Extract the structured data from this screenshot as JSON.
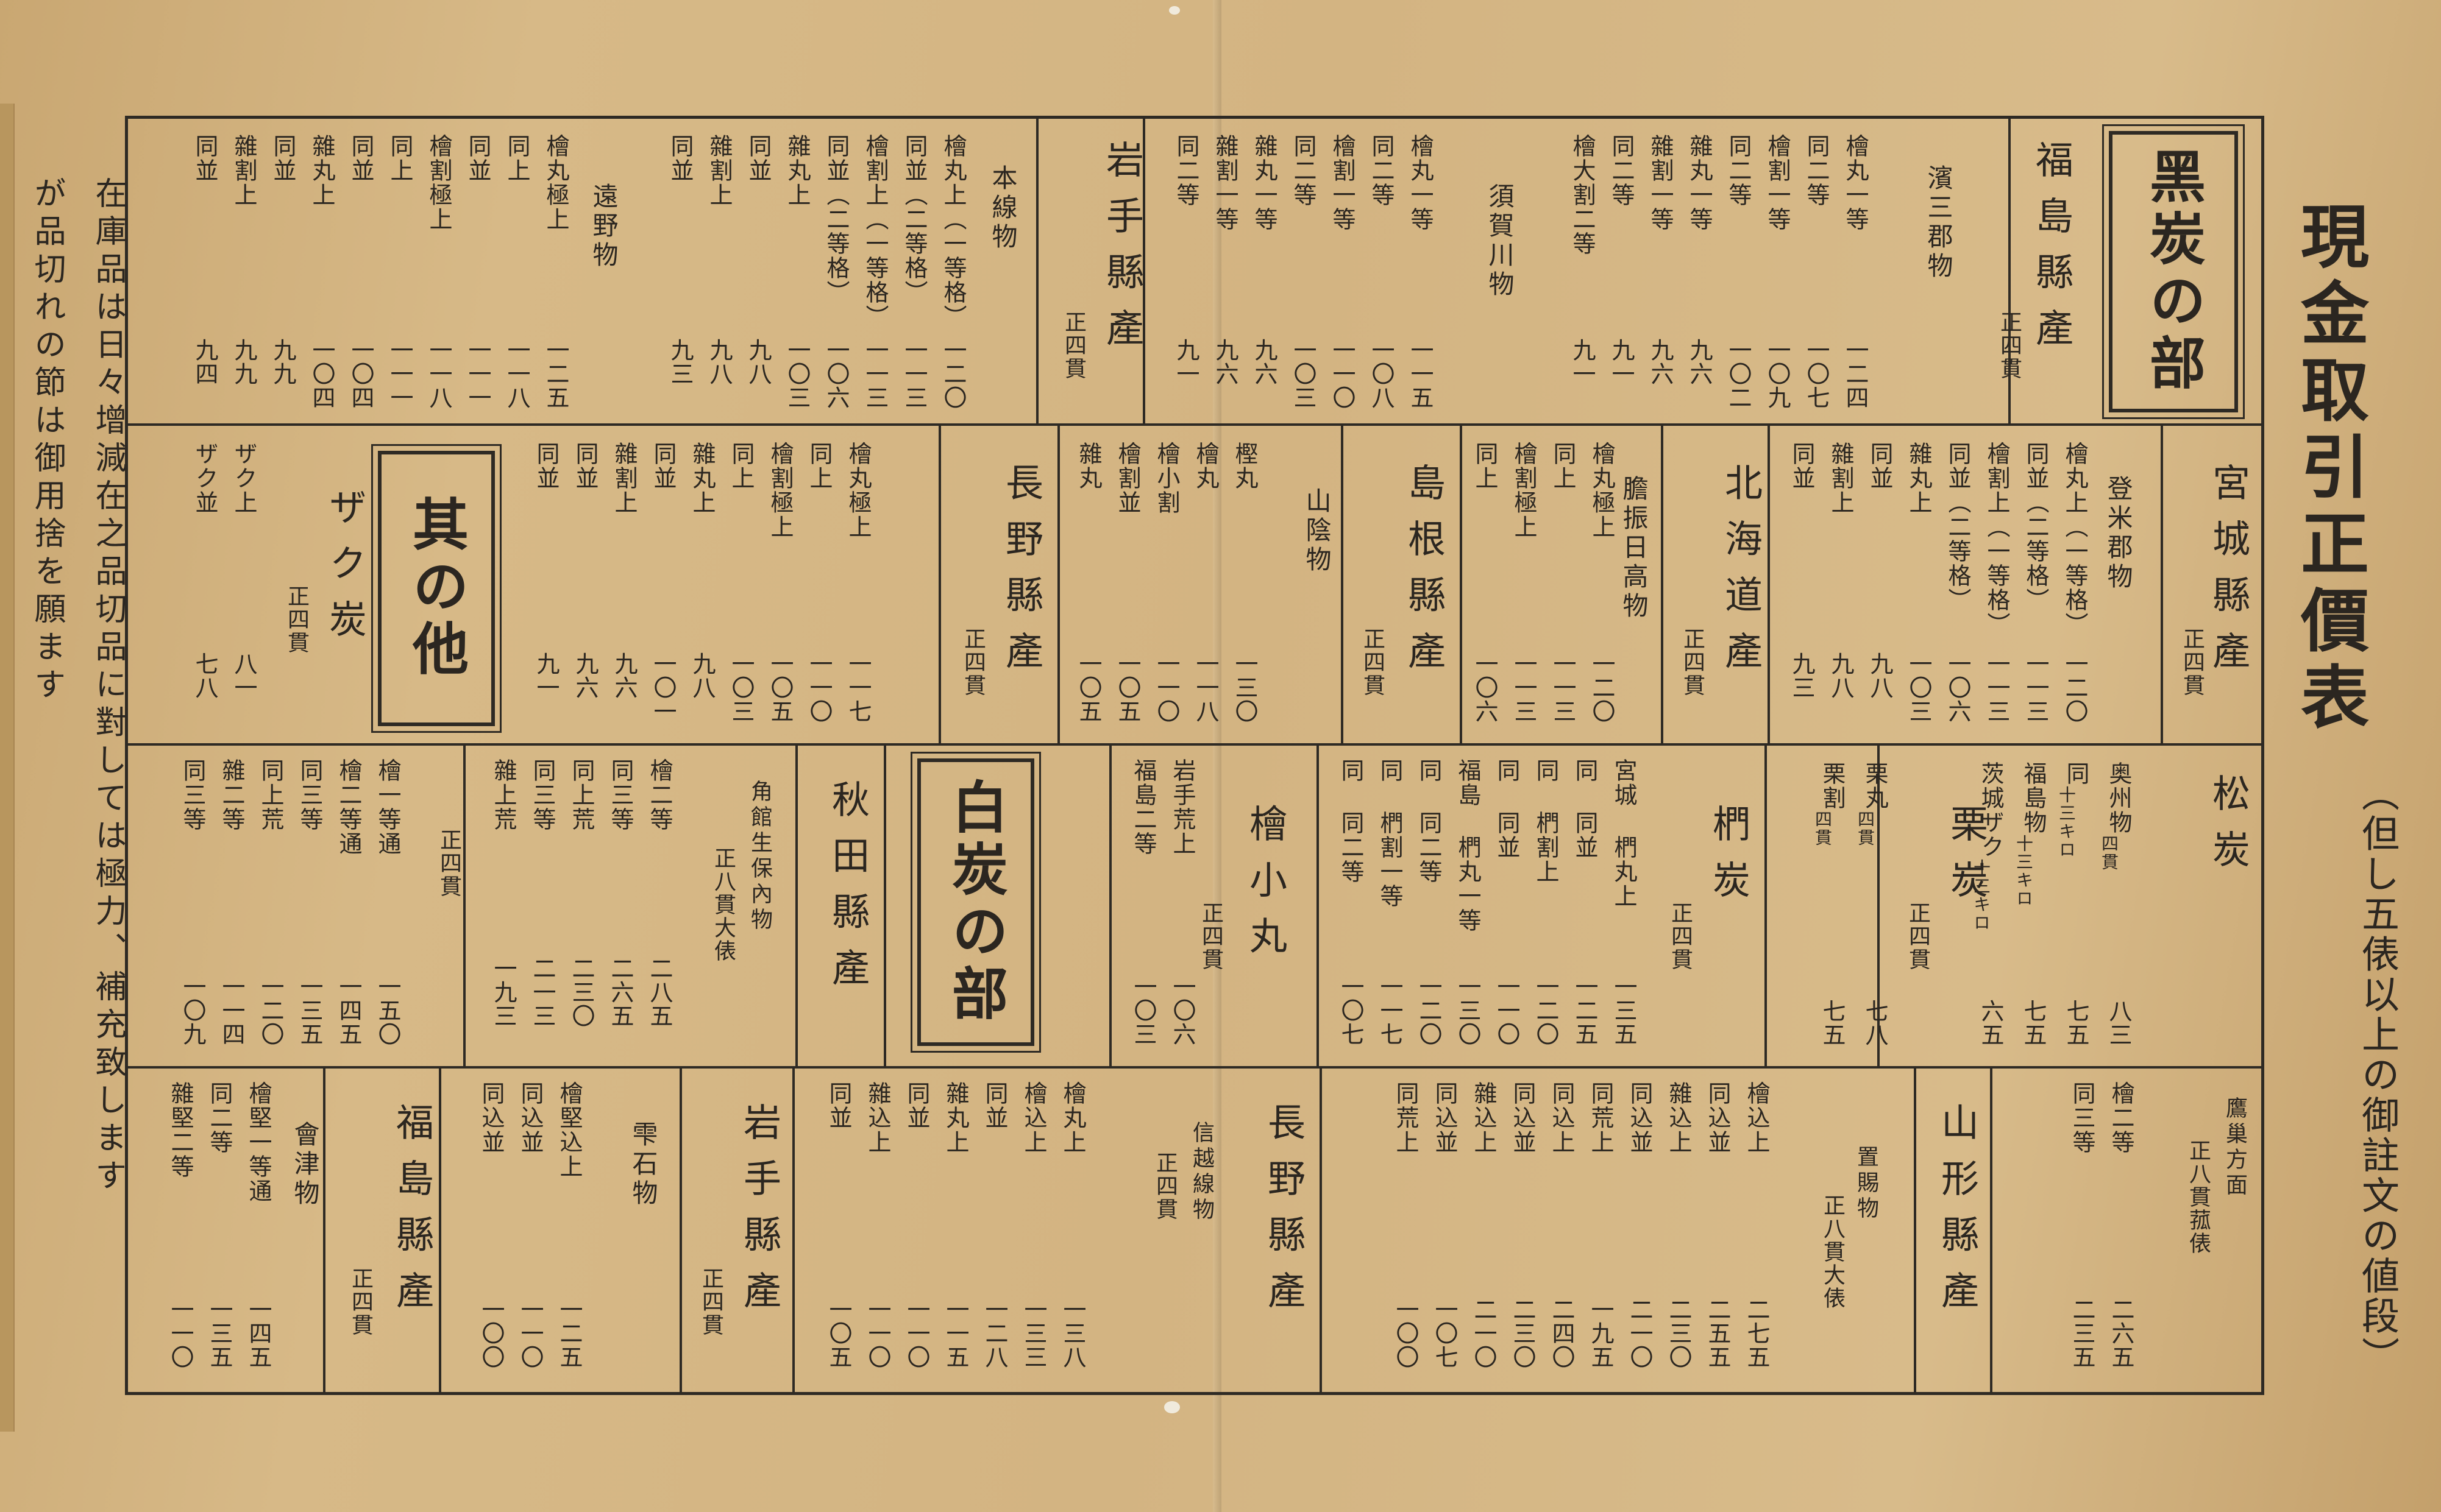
{
  "title": "現金取引正價表",
  "subtitle": "（但し五俵以上の御註文の値段）",
  "side_notes": [
    "在庫品は日々增減在之品切品に對しては極力、補充致します",
    "が品切れの節は御用捨を願ます"
  ],
  "black_charcoal": {
    "badge": "黑炭の部",
    "fukushima": {
      "prefecture": "福島縣產",
      "weight": "正四貫",
      "groups": [
        {
          "name": "濱三郡物",
          "labels": [
            "檜丸一等",
            "同二等",
            "檜割一等",
            "同二等",
            "雜丸一等",
            "雜割一等",
            "同二等",
            "檜大割二等"
          ],
          "prices": [
            "一二四",
            "一〇七",
            "一〇九",
            "一〇二",
            "九六",
            "九六",
            "九一",
            "九一"
          ]
        },
        {
          "name": "須賀川物",
          "labels": [
            "檜丸一等",
            "同二等",
            "檜割一等",
            "同二等",
            "雜丸一等",
            "雜割一等",
            "同二等"
          ],
          "prices": [
            "一一五",
            "一〇八",
            "一一〇",
            "一〇三",
            "九六",
            "九六",
            "九一"
          ]
        }
      ]
    },
    "iwate": {
      "prefecture": "岩手縣產",
      "weight": "正四貫",
      "groups": [
        {
          "name": "本線物",
          "labels": [
            "檜丸上（一等格）",
            "同並（二等格）",
            "檜割上（一等格）",
            "同並（二等格）",
            "雜丸上",
            "同並",
            "雜割上",
            "同並"
          ],
          "prices": [
            "一二〇",
            "一一三",
            "一一三",
            "一〇六",
            "一〇三",
            "九八",
            "九八",
            "九三"
          ]
        },
        {
          "name": "遠野物",
          "labels": [
            "檜丸極上",
            "同上",
            "同並",
            "檜割極上",
            "同上",
            "同並",
            "雜丸上",
            "同並",
            "雜割上",
            "同並"
          ],
          "prices": [
            "一二五",
            "一一八",
            "一一一",
            "一一八",
            "一一一",
            "一〇四",
            "一〇四",
            "九九",
            "九九",
            "九四"
          ]
        }
      ]
    },
    "miyagi": {
      "prefecture": "宮城縣產",
      "weight": "正四貫",
      "groups": [
        {
          "name": "登米郡物",
          "labels": [
            "檜丸上（一等格）",
            "同並（二等格）",
            "檜割上（一等格）",
            "同並（二等格）",
            "雜丸上",
            "同並",
            "雜割上",
            "同並"
          ],
          "prices": [
            "一二〇",
            "一一三",
            "一一三",
            "一〇六",
            "一〇三",
            "九八",
            "九八",
            "九三"
          ]
        }
      ]
    },
    "hokkaido": {
      "prefecture": "北海道產",
      "weight": "正四貫",
      "groups": [
        {
          "name": "膽振日高物",
          "labels": [
            "檜丸極上",
            "同上",
            "檜割極上",
            "同上"
          ],
          "prices": [
            "一二〇",
            "一一三",
            "一一三",
            "一〇六"
          ]
        }
      ]
    },
    "shimane": {
      "prefecture": "島根縣產",
      "weight": "正四貫",
      "groups": [
        {
          "name": "山陰物",
          "labels": [
            "樫丸",
            "檜丸",
            "檜小割",
            "檜割並",
            "雜丸"
          ],
          "prices": [
            "一三〇",
            "一一八",
            "一一〇",
            "一〇五",
            "一〇五"
          ]
        }
      ]
    },
    "nagano": {
      "prefecture": "長野縣產",
      "weight": "正四貫",
      "groups": [
        {
          "name": "",
          "labels": [
            "檜丸極上",
            "同上",
            "檜割極上",
            "同上",
            "雜丸上",
            "同並",
            "雜割上",
            "同並",
            "同並"
          ],
          "prices": [
            "一一七",
            "一一〇",
            "一〇五",
            "一〇三",
            "九八",
            "一〇一",
            "九六",
            "九六",
            "九一"
          ]
        }
      ]
    }
  },
  "others": {
    "badge": "其の他",
    "zaku": {
      "name": "ザク炭",
      "weight": "正四貫",
      "labels": [
        "ザク上",
        "ザク並"
      ],
      "prices": [
        "八一",
        "七八"
      ]
    }
  },
  "white_charcoal": {
    "badge": "白炭の部",
    "matsu": {
      "name": "松炭",
      "items": [
        {
          "name": "奥州物",
          "weight": "四貫",
          "price": "八三"
        },
        {
          "name": "同",
          "weight": "十三キロ",
          "price": "七五"
        },
        {
          "name": "福島物",
          "weight": "十三キロ",
          "price": "七五"
        },
        {
          "name": "茨城ザク",
          "weight": "十三キロ",
          "price": "六五"
        }
      ]
    },
    "kuri": {
      "name": "栗炭",
      "weight": "正四貫",
      "items": [
        {
          "name": "栗丸",
          "weight": "四貫",
          "price": "七八"
        },
        {
          "name": "栗割",
          "weight": "四貫",
          "price": "七五"
        }
      ]
    },
    "kunugi": {
      "name": "椚炭",
      "weight": "正四貫",
      "items": [
        {
          "name": "宮城 椚丸上",
          "price": "一三五"
        },
        {
          "name": "同 同並",
          "price": "一二五"
        },
        {
          "name": "同 椚割上",
          "price": "一二〇"
        },
        {
          "name": "同 同並",
          "price": "一一〇"
        },
        {
          "name": "福島 椚丸一等",
          "price": "一三〇"
        },
        {
          "name": "同 同二等",
          "price": "一二〇"
        },
        {
          "name": "同 椚割一等",
          "price": "一一七"
        },
        {
          "name": "同 同二等",
          "price": "一〇七"
        }
      ]
    },
    "hinoki_komaru": {
      "name": "檜小丸",
      "weight": "正四貫",
      "items": [
        {
          "name": "岩手荒上",
          "price": "一〇六"
        },
        {
          "name": "福島二等",
          "price": "一〇三"
        }
      ]
    },
    "akita": {
      "prefecture": "秋田縣產",
      "groups": [
        {
          "name": "角館生保內物",
          "weight": "正八貫大俵",
          "labels": [
            "檜二等",
            "同三等",
            "同上荒",
            "同三等",
            "雜上荒"
          ],
          "prices": [
            "二八五",
            "二六五",
            "二三〇",
            "二一三",
            "一九三"
          ]
        },
        {
          "name": "",
          "weight": "正四貫",
          "labels": [
            "檜一等通",
            "檜二等通",
            "同三等",
            "同上荒",
            "雜二等",
            "同三等"
          ],
          "prices": [
            "一五〇",
            "一四五",
            "一三五",
            "一二〇",
            "一一四",
            "一〇九"
          ]
        }
      ]
    },
    "yamagata": {
      "prefecture": "山形縣產",
      "groups": [
        {
          "name": "鷹巢方面",
          "weight": "正八貫菰俵",
          "labels": [
            "檜二等",
            "同三等"
          ],
          "prices": [
            "二六五",
            "二三五"
          ]
        },
        {
          "name": "置賜物",
          "weight": "正八貫大俵",
          "labels": [
            "檜込上",
            "同込並",
            "雜込上",
            "同込並",
            "同荒上",
            "同込上",
            "同込並",
            "雜込上",
            "同込並",
            "同荒上"
          ],
          "prices": [
            "二七五",
            "二五五",
            "二三〇",
            "二一〇",
            "一九五",
            "二四〇",
            "二三〇",
            "二一〇",
            "一〇七",
            "一〇〇"
          ]
        }
      ]
    },
    "nagano": {
      "prefecture": "長野縣產",
      "groups": [
        {
          "name": "信越線物",
          "weight": "正四貫",
          "labels": [
            "檜丸上",
            "檜込上",
            "同並",
            "雜丸上",
            "同並",
            "雜込上",
            "同並"
          ],
          "prices": [
            "一三八",
            "一三三",
            "一二八",
            "一一五",
            "一一〇",
            "一一〇",
            "一〇五"
          ]
        }
      ]
    },
    "iwate": {
      "prefecture": "岩手縣產",
      "weight": "正四貫",
      "groups": [
        {
          "name": "雫石物",
          "labels": [
            "檜堅込上",
            "同込並",
            "同込並"
          ],
          "prices": [
            "一二五",
            "一一〇",
            "一〇〇"
          ]
        }
      ]
    },
    "fukushima": {
      "prefecture": "福島縣產",
      "weight": "正四貫",
      "groups": [
        {
          "name": "會津物",
          "labels": [
            "檜堅一等通",
            "同二等",
            "雜堅二等"
          ],
          "prices": [
            "一四五",
            "一三五",
            "一一〇"
          ]
        }
      ]
    }
  }
}
